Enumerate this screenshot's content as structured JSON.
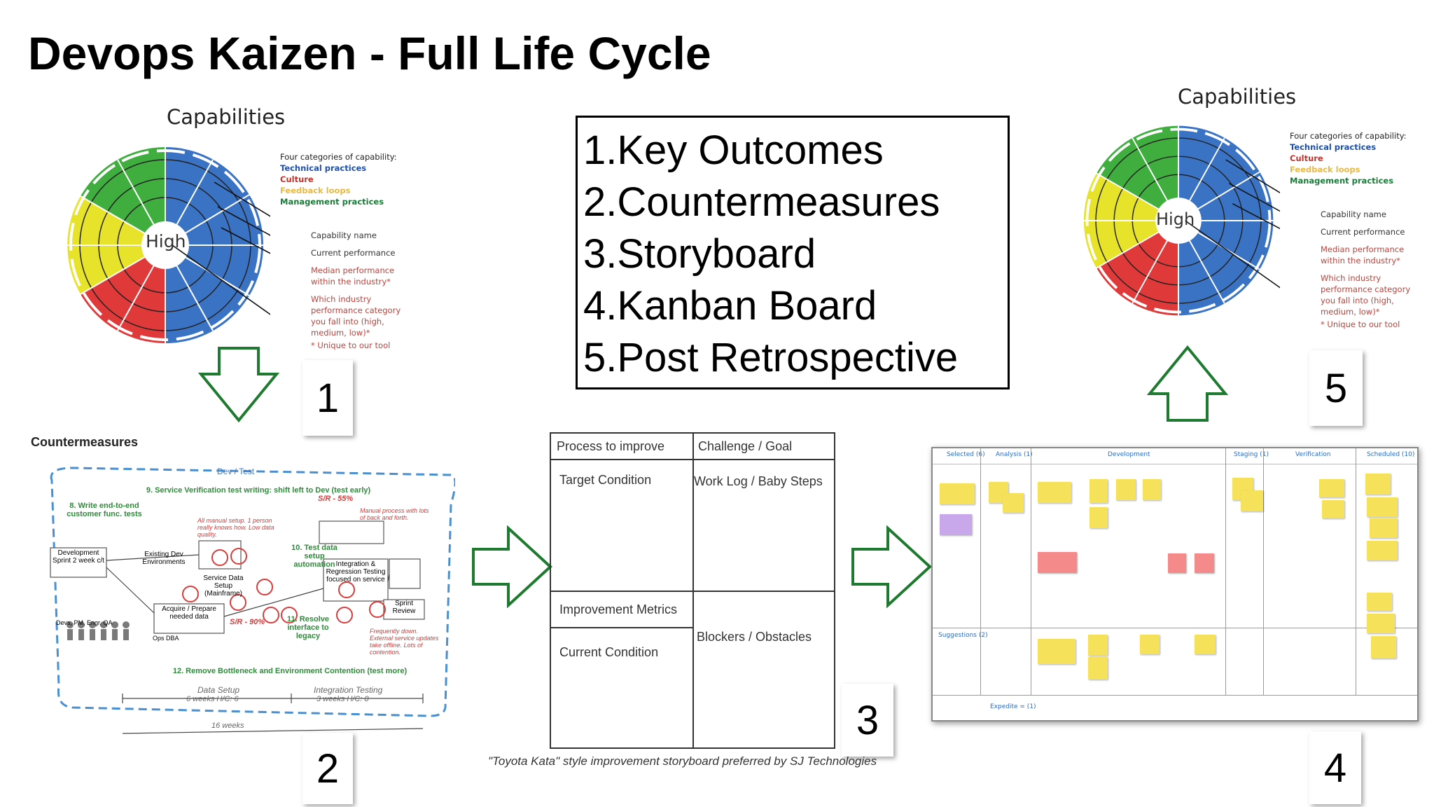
{
  "title": "Devops Kaizen - Full Life Cycle",
  "steps": [
    "1.Key Outcomes",
    "2.Countermeasures",
    "3.Storyboard",
    "4.Kanban Board",
    "5.Post Retrospective"
  ],
  "badges": [
    "1",
    "2",
    "3",
    "4",
    "5"
  ],
  "capabilities": {
    "title": "Capabilities",
    "center_label": "High",
    "legend": [
      "Four categories of capability:",
      "Technical practices",
      "Culture",
      "Feedback loops",
      "Management practices"
    ],
    "annotations": [
      "Capability name",
      "Current performance",
      "Median performance within the industry*",
      "Which industry performance category you fall into (high, medium, low)*",
      "* Unique to our tool"
    ],
    "colors": {
      "technical": "#3a72c4",
      "culture": "#e0393a",
      "feedback": "#e6e32a",
      "management": "#3fae3f"
    }
  },
  "countermeasures": {
    "heading": "Countermeasures",
    "devtest": "Dev / Test",
    "items": [
      "9. Service Verification test writing: shift left to Dev (test early)",
      "S/R - 55%",
      "8. Write end-to-end customer func. tests",
      "Manual process with lots of back and forth.",
      "All manual setup. 1 person really knows how. Low data quality.",
      "10. Test data setup automation",
      "Development Sprint 2 week c/t",
      "Existing Dev Environments",
      "Service Data Setup (Mainframe)",
      "Acquire / Prepare needed data",
      "Integration & Regression Testing focused on service",
      "Sprint Review",
      "S/R - 90%",
      "11. Resolve interface to legacy",
      "Frequently down. External service updates take offline. Lots of contention.",
      "12. Remove Bottleneck and Environment Contention (test more)",
      "Devs, PM, Engr, QA",
      "Ops DBA",
      "Data Setup",
      "6 weeks  H/C: 6",
      "Integration Testing",
      "3 weeks  H/C: 8",
      "16 weeks"
    ]
  },
  "storyboard": {
    "cells": [
      "Process to improve",
      "Challenge / Goal",
      "Target Condition",
      "Work Log / Baby Steps",
      "Improvement Metrics",
      "Current Condition",
      "Blockers / Obstacles"
    ],
    "caption": "\"Toyota Kata\" style improvement storyboard preferred by SJ Technologies"
  },
  "kanban": {
    "columns": [
      "Selected (6)",
      "Analysis (1)",
      "Development",
      "Staging (1)",
      "Verification",
      "Scheduled (10)"
    ],
    "lanes": [
      "Suggestions (2)",
      "Expedite = (1)"
    ]
  },
  "colors": {
    "arrow_green": "#1e7a2e",
    "badge_shadow": "#999999"
  }
}
